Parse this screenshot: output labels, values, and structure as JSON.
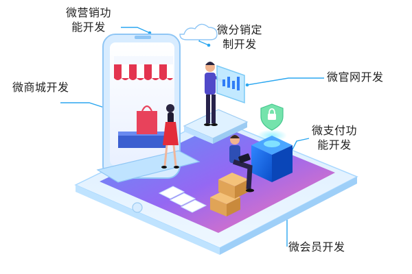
{
  "labels": {
    "marketing": [
      "微营销功",
      "能开发"
    ],
    "distribution": [
      "微分销定",
      "制开发"
    ],
    "mall": [
      "微商城开发"
    ],
    "website": [
      "微官网开发"
    ],
    "payment": [
      "微支付功",
      "能开发"
    ],
    "member": [
      "微会员开发"
    ]
  },
  "colors": {
    "brand": "#2f7cf6",
    "platform": "#e9f4ff",
    "platform_edge": "#a9d8ff",
    "purple": "#8d5cf2",
    "pink": "#ff6aa8",
    "awning_red": "#e3344f",
    "line": "#2aa6f0"
  }
}
